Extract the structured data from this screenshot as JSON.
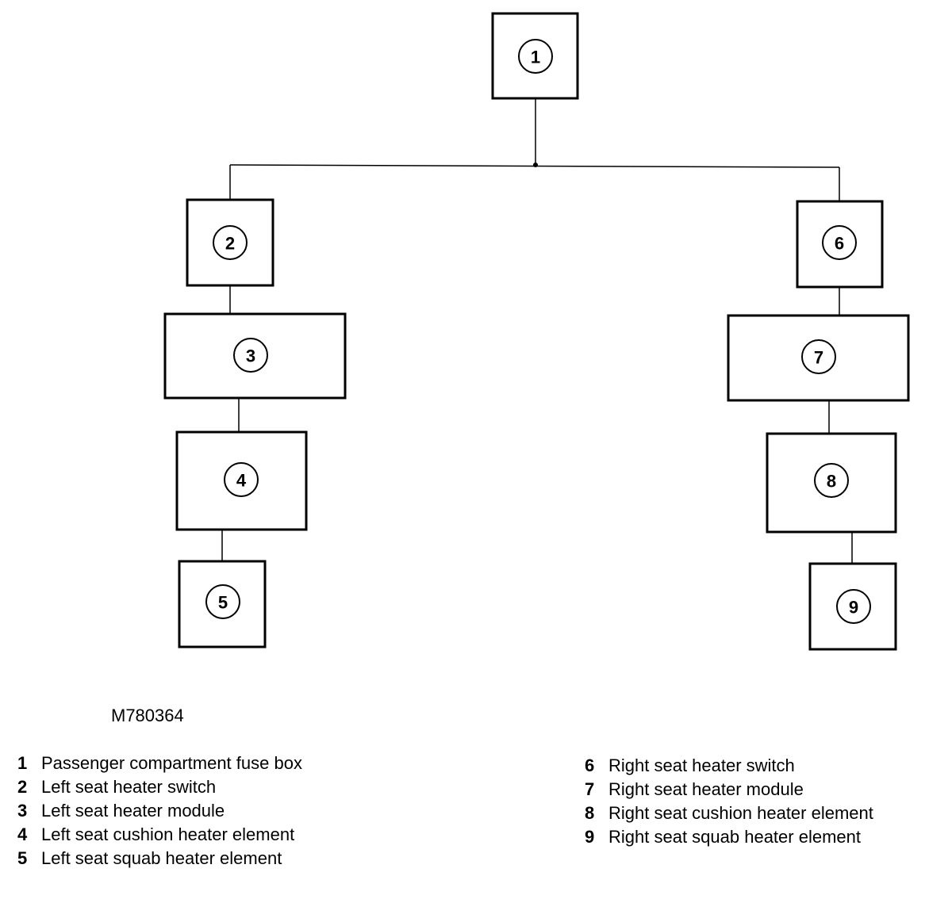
{
  "diagram": {
    "components": [
      {
        "id": "1",
        "label": "1"
      },
      {
        "id": "2",
        "label": "2"
      },
      {
        "id": "3",
        "label": "3"
      },
      {
        "id": "4",
        "label": "4"
      },
      {
        "id": "5",
        "label": "5"
      },
      {
        "id": "6",
        "label": "6"
      },
      {
        "id": "7",
        "label": "7"
      },
      {
        "id": "8",
        "label": "8"
      },
      {
        "id": "9",
        "label": "9"
      }
    ],
    "connections": [
      [
        "1",
        "2"
      ],
      [
        "1",
        "6"
      ],
      [
        "2",
        "3"
      ],
      [
        "3",
        "4"
      ],
      [
        "4",
        "5"
      ],
      [
        "6",
        "7"
      ],
      [
        "7",
        "8"
      ],
      [
        "8",
        "9"
      ]
    ]
  },
  "reference_id": "M780364",
  "legend": {
    "left": [
      {
        "num": "1",
        "text": "Passenger compartment fuse box"
      },
      {
        "num": "2",
        "text": "Left seat heater switch"
      },
      {
        "num": "3",
        "text": "Left seat heater module"
      },
      {
        "num": "4",
        "text": "Left seat cushion heater element"
      },
      {
        "num": "5",
        "text": "Left seat squab heater element"
      }
    ],
    "right": [
      {
        "num": "6",
        "text": "Right seat heater switch"
      },
      {
        "num": "7",
        "text": "Right seat heater module"
      },
      {
        "num": "8",
        "text": "Right seat cushion heater element"
      },
      {
        "num": "9",
        "text": "Right seat squab heater element"
      }
    ]
  },
  "colors": {
    "stroke": "#000000",
    "background": "#ffffff"
  }
}
